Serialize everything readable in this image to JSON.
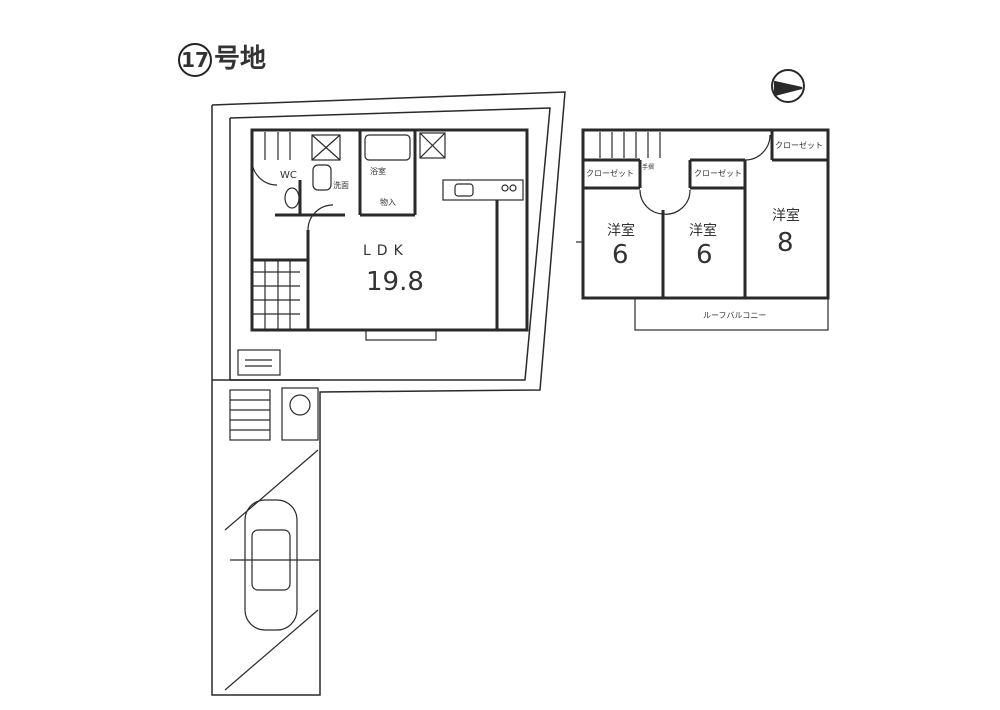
{
  "title": {
    "lot_number": "17",
    "lot_suffix": "号地"
  },
  "floor1": {
    "wc": "WC",
    "washroom": "洗面",
    "bath": "浴室",
    "storage": "物入",
    "ldk_label": "LDK",
    "ldk_size": "19.8"
  },
  "floor2": {
    "rooms": [
      {
        "label": "洋室",
        "size": "6"
      },
      {
        "label": "洋室",
        "size": "6"
      },
      {
        "label": "洋室",
        "size": "8"
      }
    ],
    "closets": [
      "クローゼット",
      "クローゼット",
      "クローゼット"
    ],
    "handrail": "手摺",
    "balcony": "ルーフバルコニー"
  },
  "colors": {
    "line": "#2a2a2a",
    "background": "#ffffff"
  }
}
